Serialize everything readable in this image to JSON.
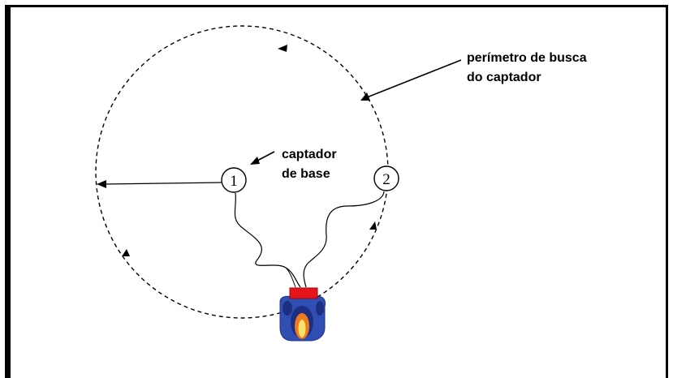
{
  "labels": {
    "perimeter_line1": "perímetro de busca",
    "perimeter_line2": "do captador",
    "base_line1": "captador",
    "base_line2": "de base"
  },
  "markers": {
    "marker1": "1",
    "marker2": "2"
  },
  "colors": {
    "line": "#000000",
    "device_red": "#e8141c",
    "device_blue": "#2f4fb3",
    "device_dark_blue": "#1c2f80",
    "device_orange": "#f07a1e",
    "device_yellow": "#f7e26b"
  }
}
